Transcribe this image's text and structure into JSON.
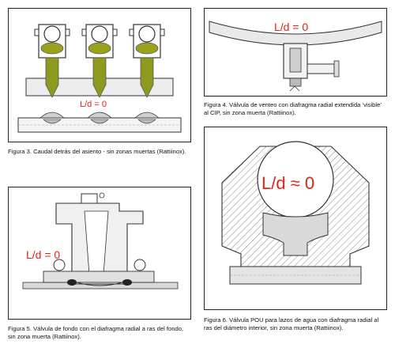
{
  "figures": [
    {
      "id": "fig3",
      "ld_label": "L/d = 0",
      "caption": "Figura 3. Caudal detrás del asiento - sin zonas muertas (Rattiinox)."
    },
    {
      "id": "fig4",
      "ld_label": "L/d = 0",
      "caption": "Figura 4. Válvula de venteo con diafragma radial extendida ‘visible’ al CIP, sin zona muerta (Rattiinox)."
    },
    {
      "id": "fig5",
      "ld_label": "L/d = 0",
      "caption": "Figura 5. Válvula de fondo con el diafragma radial a ras del fondo, sin zona muerta (Rattiinox)."
    },
    {
      "id": "fig6",
      "ld_label": "L/d ≈ 0",
      "caption": "Figura 6. Válvula POU para lazos de agua con diafragma radial al ras del diámetro interior, sin zona muerta (Rattiinox)."
    }
  ],
  "colors": {
    "accent_red": "#e2231a",
    "olive": "#9aa21c",
    "shaft": "#8e9a1e",
    "pipe_grey": "#d9d9d9"
  }
}
